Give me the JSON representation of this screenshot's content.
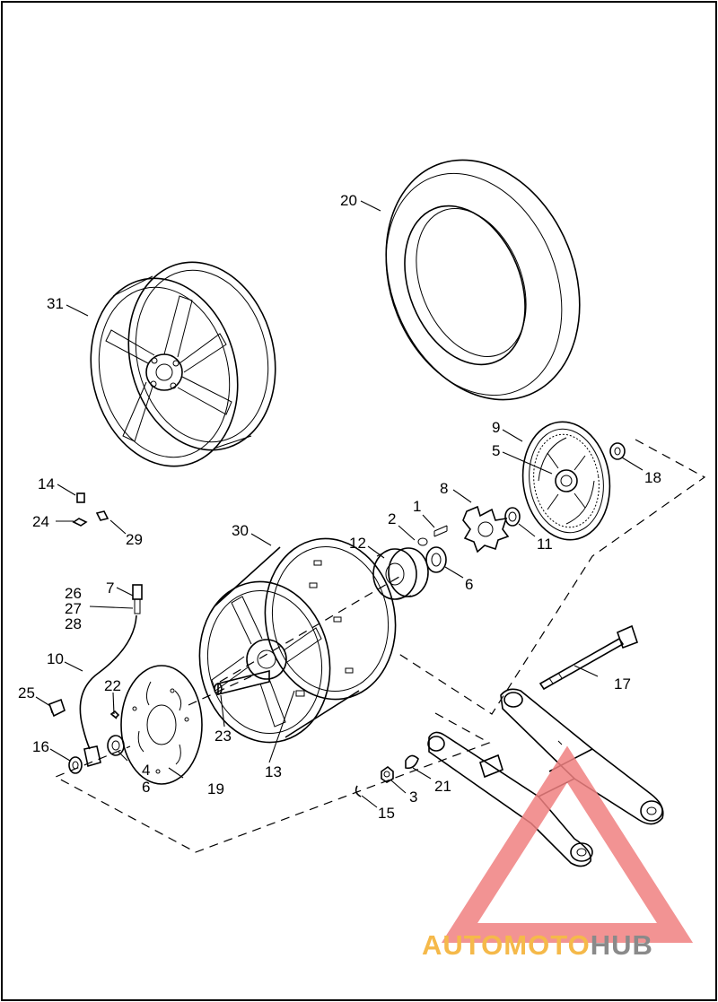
{
  "diagram": {
    "callouts": {
      "c1": "1",
      "c2": "2",
      "c3": "3",
      "c4": "4",
      "c5": "5",
      "c6a": "6",
      "c6b": "6",
      "c7": "7",
      "c8": "8",
      "c9": "9",
      "c10": "10",
      "c11": "11",
      "c12": "12",
      "c13": "13",
      "c14": "14",
      "c15": "15",
      "c16": "16",
      "c17": "17",
      "c18": "18",
      "c19": "19",
      "c20": "20",
      "c21": "21",
      "c22": "22",
      "c23": "23",
      "c24": "24",
      "c25": "25",
      "c26": "26",
      "c27": "27",
      "c28": "28",
      "c29": "29",
      "c30": "30",
      "c31": "31"
    }
  },
  "watermark": {
    "part1": "AUTOMOTO",
    "part2": "HUB",
    "color_primary": "#f5b94a",
    "color_secondary": "#8a8a8a",
    "triangle_color": "#f08080"
  }
}
